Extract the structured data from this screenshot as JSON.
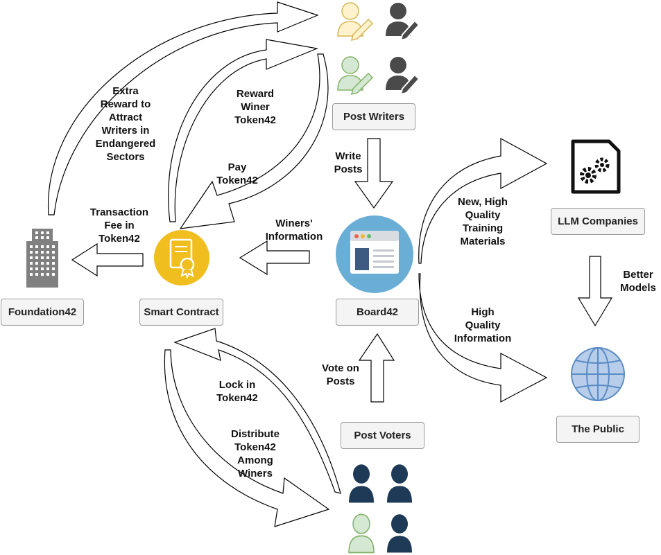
{
  "nodes": {
    "post_writers": "Post Writers",
    "board": "Board42",
    "smart_contract": "Smart Contract",
    "foundation": "Foundation42",
    "llm_companies": "LLM Companies",
    "the_public": "The Public",
    "post_voters": "Post Voters"
  },
  "labels": {
    "extra_reward": "Extra\nReward  to\nAttract\nWriters in\nEndangered\nSectors",
    "reward_winer": "Reward\nWiner\nToken42",
    "pay": "Pay\nToken42",
    "write_posts": "Write\nPosts",
    "transaction_fee": "Transaction\nFee in\nToken42",
    "winers_information": "Winers'\nInformation",
    "new_training": "New, High\nQuality\nTraining\nMaterials",
    "better_models": "Better\nModels",
    "high_quality_info": "High\nQuality\nInformation",
    "vote_on_posts": "Vote on\nPosts",
    "lock_in": "Lock in\nToken42",
    "distribute": "Distribute\nToken42\nAmong\nWiners"
  },
  "colors": {
    "writer_yellow": "#fff2cc",
    "writer_yellow_stroke": "#d6b656",
    "writer_green": "#d5e8d4",
    "writer_green_stroke": "#82b366",
    "writer_dark": "#4a4a4a",
    "voter_navy": "#1e3a56",
    "contract_gold": "#f0be1e",
    "board_blue": "#6aaed6",
    "globe_blue": "#b7cdea",
    "building_gray": "#808080"
  },
  "icons": {
    "writers": "person-with-pencil-icon",
    "board": "browser-window-icon",
    "contract": "certificate-icon",
    "foundation": "building-icon",
    "llm": "gear-document-icon",
    "public": "globe-icon",
    "voters": "person-icon"
  }
}
